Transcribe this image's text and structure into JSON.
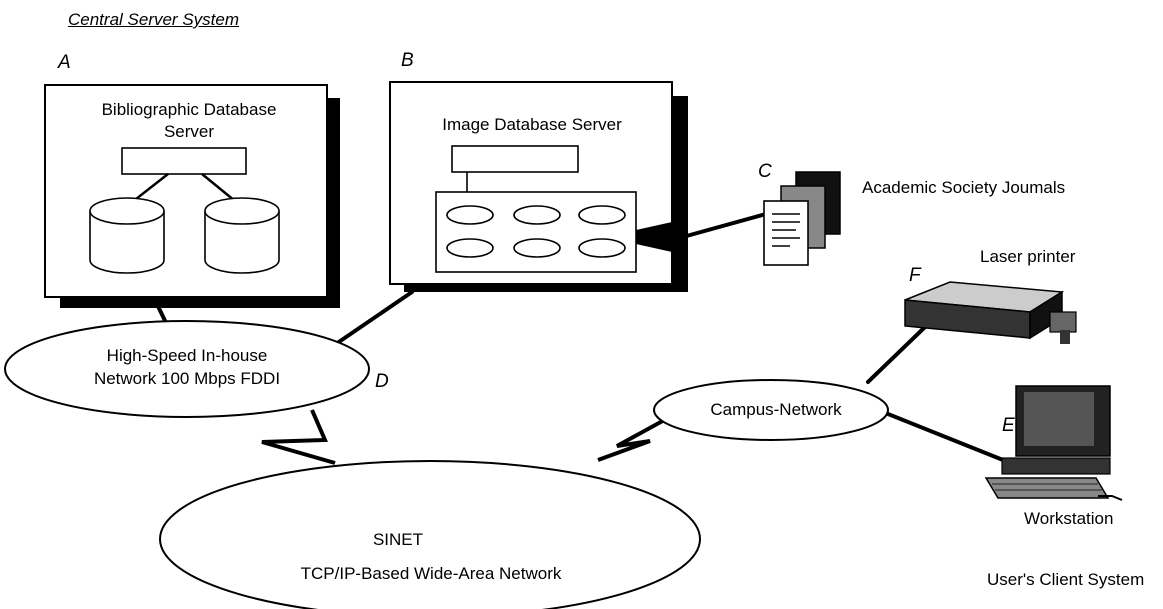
{
  "header": {
    "title": "Central Server System"
  },
  "nodes": {
    "a": {
      "letter": "A",
      "line1": "Bibliographic Database",
      "line2": "Server"
    },
    "b": {
      "letter": "B",
      "line1": "Image Database Server"
    },
    "c": {
      "letter": "C",
      "label": "Academic Society Joumals"
    },
    "d": {
      "letter": "D",
      "line1": "High-Speed In-house",
      "line2": "Network 100 Mbps FDDI"
    },
    "e": {
      "letter": "E",
      "label": "Workstation"
    },
    "f": {
      "letter": "F",
      "label": "Laser printer"
    },
    "sinet": {
      "line1": "SINET",
      "line2": "TCP/IP-Based Wide-Area Network"
    },
    "campus": {
      "label": "Campus-Network"
    }
  },
  "footer": {
    "client_label": "User's Client System"
  }
}
